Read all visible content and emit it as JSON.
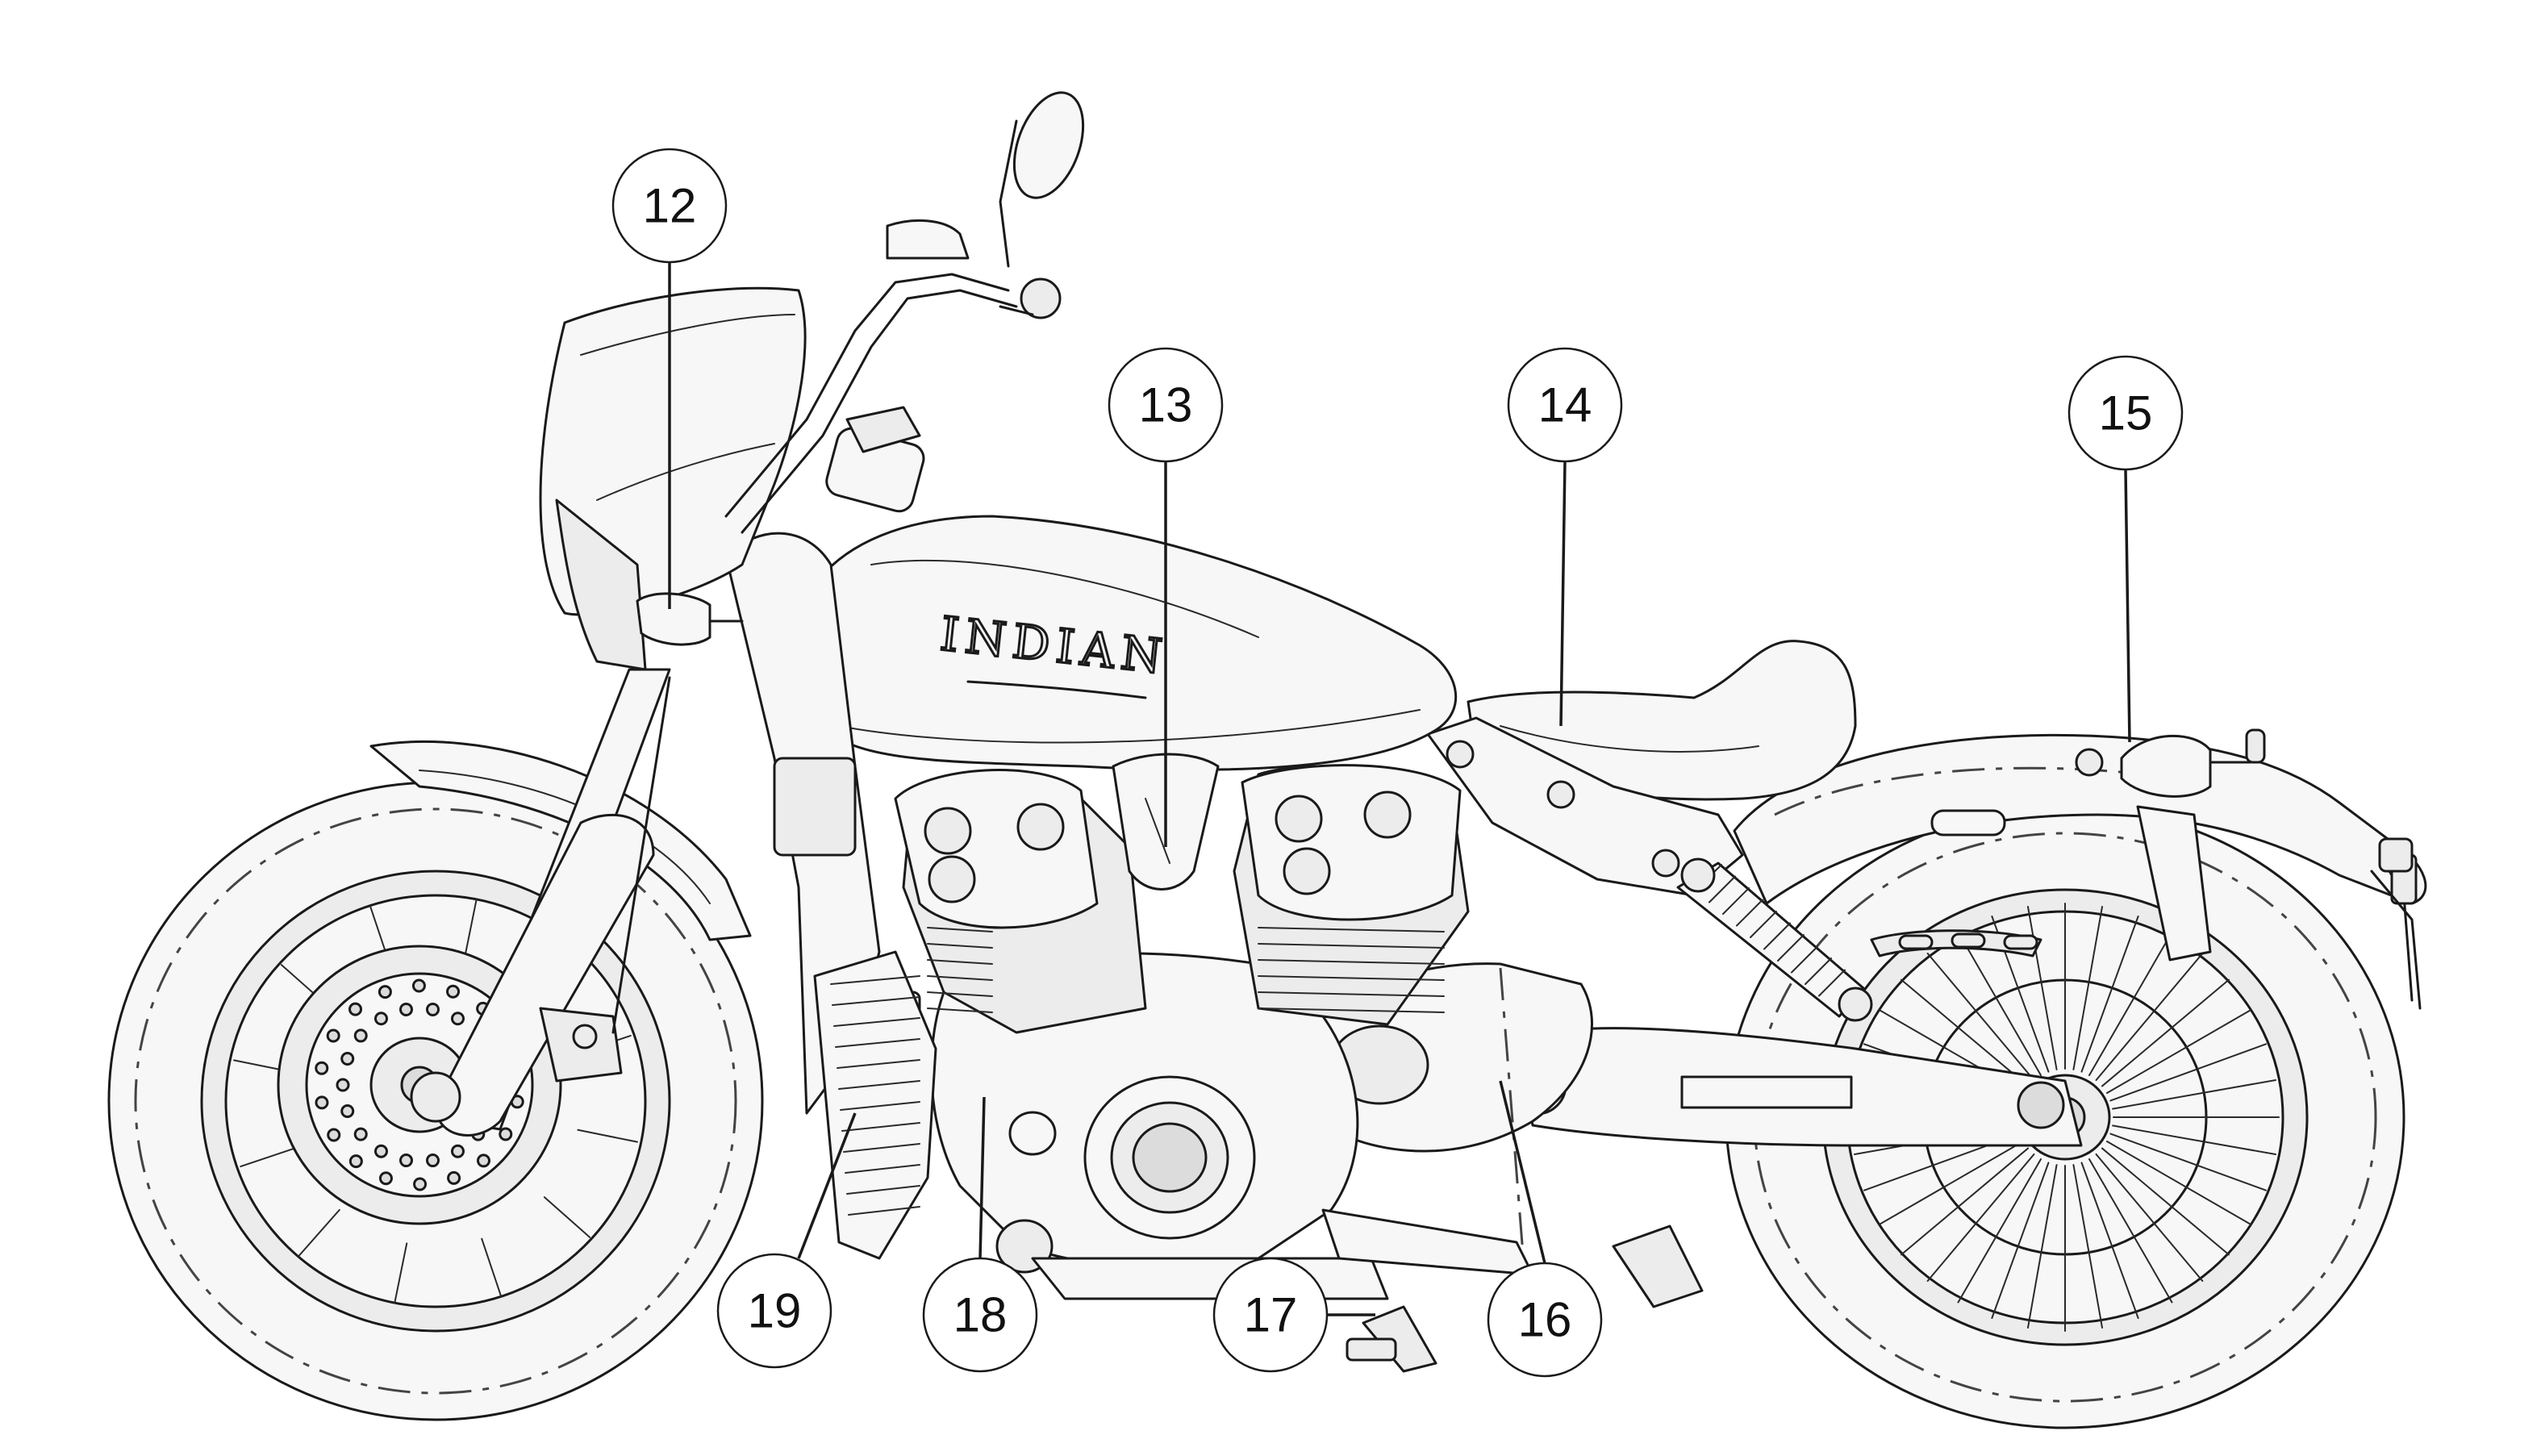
{
  "diagram": {
    "brand_text": "INDIAN",
    "callouts": [
      {
        "id": "c12",
        "number": "12",
        "part": "front turn signal / headlight"
      },
      {
        "id": "c13",
        "number": "13",
        "part": "engine"
      },
      {
        "id": "c14",
        "number": "14",
        "part": "seat"
      },
      {
        "id": "c15",
        "number": "15",
        "part": "rear turn signal"
      },
      {
        "id": "c16",
        "number": "16",
        "part": "shift / brake area"
      },
      {
        "id": "c17",
        "number": "17",
        "part": "footpeg"
      },
      {
        "id": "c18",
        "number": "18",
        "part": "oil drain"
      },
      {
        "id": "c19",
        "number": "19",
        "part": "radiator"
      }
    ]
  },
  "colors": {
    "line": "#1a1a1a",
    "background": "#ffffff"
  }
}
